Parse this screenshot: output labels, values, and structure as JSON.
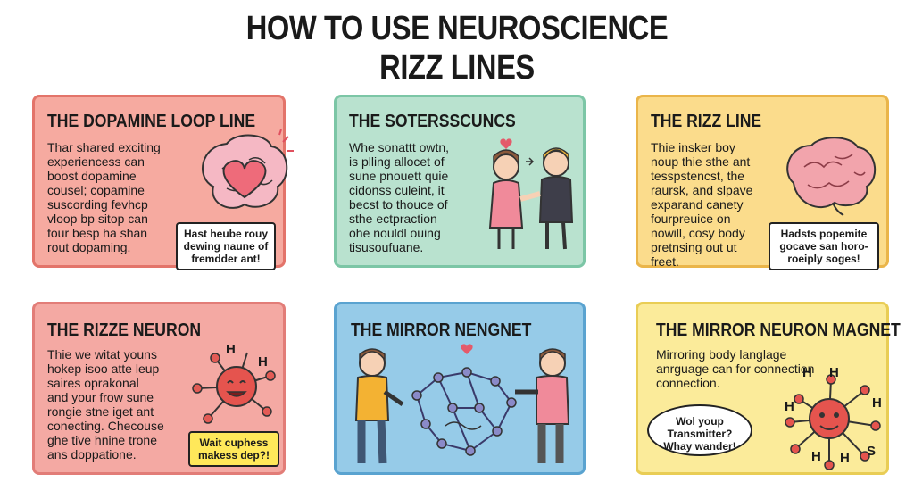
{
  "title": {
    "line1": "HOW TO USE NEUROSCIENCE",
    "line2": "RIZZ LINES"
  },
  "colors": {
    "pink_bg": "#f6aaa0",
    "pink_border": "#e3746a",
    "mint_bg": "#b9e2cf",
    "mint_border": "#7cc6a6",
    "yellow_bg": "#fbdc8c",
    "yellow_border": "#eab54a",
    "rose_bg": "#f4a9a3",
    "rose_border": "#e27d78",
    "blue_bg": "#96cbe8",
    "blue_border": "#5aa3d0",
    "cream_bg": "#fbeb9a",
    "cream_border": "#e9cd55"
  },
  "cards": [
    {
      "heading": "THE DOPAMINE LOOP LINE",
      "body": "Thar shared exciting\nexperiencess can\nboost dopamine\ncousel; copamine\nsuscording fevhcp\nvloop bp sitop can\nfour besp ha shan\nrout dopaming.",
      "bubble": "Hast heube rouy\ndewing naune of\nfremdder ant!",
      "icon": "brain-heart-icon"
    },
    {
      "heading": "THE SOTERSSCUNCS",
      "body": "Whe sonattt owtn,\nis plling allocet of\nsune pnouett quie\ncidonss culeint, it\nbecst to thouce of\nsthe ectpraction\nohe nouldl ouing\ntisusoufuane.",
      "icon": "couple-icon"
    },
    {
      "heading": "THE RIZZ LINE",
      "body": "Thie insker boy\nnoup thie sthe ant\ntesspstencst, the\nraursk, and slpave\nexparand canety\nfourpreuice on\nnowill, cosy body\npretnsing out ut\nfreet.",
      "bubble": "Hadsts popemite\ngocave san horo-\nroeiply soges!",
      "icon": "brain-icon"
    },
    {
      "heading": "THE RIZZE NEURON",
      "body": "Thie we witat youns\nhokep isoo atte leup\nsaires oprakonal\nand your frow sune\nrongie stne iget ant\nconecting. Checouse\nghe tive hnine trone\nans doppatione.",
      "bubble": "Wait cuphess\nmakess dep?!",
      "icon": "neuron-icon",
      "labels": [
        "H",
        "H"
      ]
    },
    {
      "heading": "THE MIRROR NENGNET",
      "icon": "mirror-network-icon"
    },
    {
      "heading": "THE MIRROR NEURON MAGNET",
      "body": "Mirroring body langlage\nanrguage can for connection\nconnection.",
      "bubble": "Wol youp\nTransmitter?\nWhay wander!",
      "icon": "neuron-magnet-icon",
      "labels": [
        "H",
        "H",
        "H",
        "H",
        "H",
        "H",
        "S"
      ]
    }
  ]
}
